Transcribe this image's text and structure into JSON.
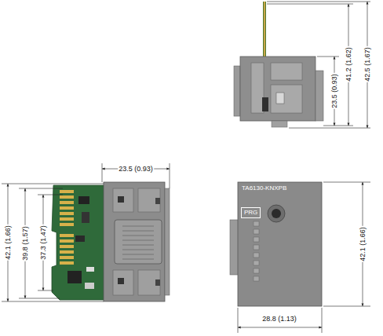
{
  "diagram": {
    "nodes": [
      {
        "text": [
          "TA6130-KNXPB"
        ]
      },
      {
        "text": [
          "PRG"
        ],
        "in": 0
      }
    ],
    "labels": [
      "41.2 (1.62)",
      "42.5 (1.67)",
      "23.5 (0.93)",
      "23.5 (0.93)",
      "42.1 (1.66)",
      "39.8 (1.57)",
      "37.3 (1.47)",
      "42.1 (1.66)",
      "28.8 (1.13)"
    ]
  }
}
